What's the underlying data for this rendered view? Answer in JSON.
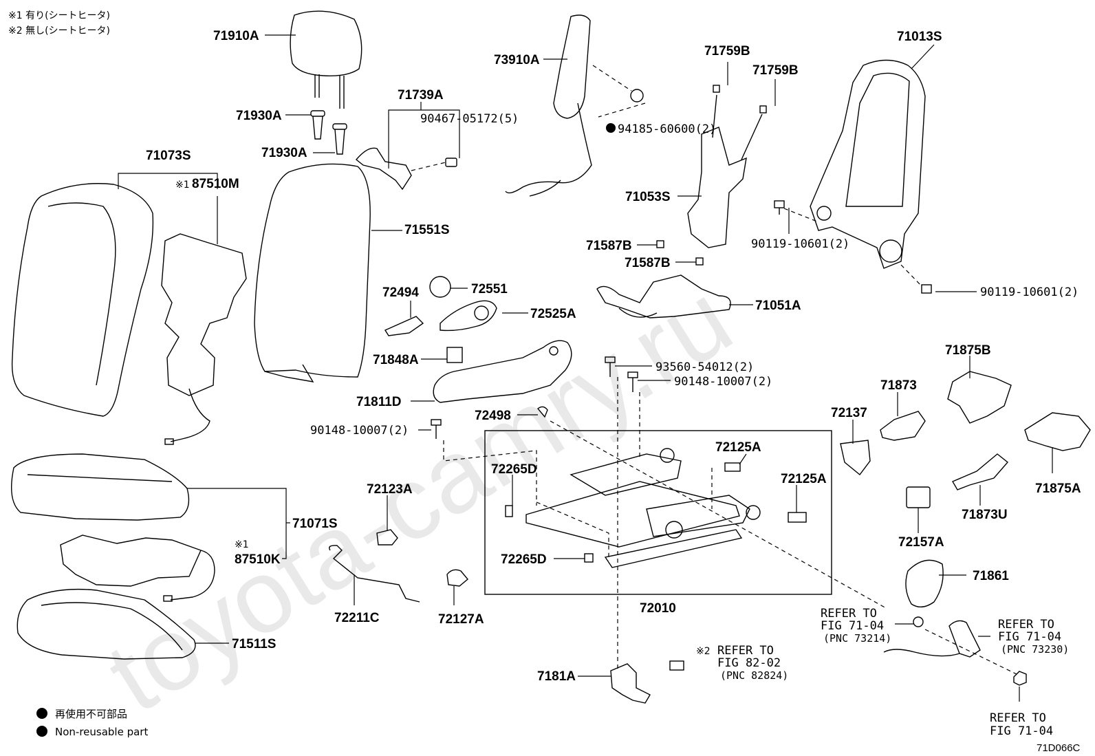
{
  "notes": {
    "note1": "※1 有り(シートヒータ)",
    "note2": "※2 無し(シートヒータ)"
  },
  "watermark": "toyota-camry.ru",
  "diagram_code": "71D066C",
  "legend": {
    "symbol": "●",
    "jp": "再使用不可部品",
    "en": "Non-reusable part"
  },
  "parts": {
    "p71910A": "71910A",
    "p71930A_1": "71930A",
    "p71930A_2": "71930A",
    "p71739A": "71739A",
    "p90467": "90467-05172(5)",
    "p73910A": "73910A",
    "p94185": "94185-60600(2)",
    "p71759B_1": "71759B",
    "p71759B_2": "71759B",
    "p71013S": "71013S",
    "p71073S": "71073S",
    "p87510M_mark": "※1",
    "p87510M": "87510M",
    "p71551S": "71551S",
    "p71053S": "71053S",
    "p90119_1": "90119-10601(2)",
    "p71587B_1": "71587B",
    "p71587B_2": "71587B",
    "p90119_2": "90119-10601(2)",
    "p72494": "72494",
    "p72551": "72551",
    "p72525A": "72525A",
    "p71051A": "71051A",
    "p71848A": "71848A",
    "p93560": "93560-54012(2)",
    "p90148_1": "90148-10007(2)",
    "p71811D": "71811D",
    "p72498": "72498",
    "p90148_2": "90148-10007(2)",
    "p71875B": "71875B",
    "p71873": "71873",
    "p72137": "72137",
    "p72125A_1": "72125A",
    "p72125A_2": "72125A",
    "p72265D_1": "72265D",
    "p72265D_2": "72265D",
    "p72123A": "72123A",
    "p71071S": "71071S",
    "p87510K_mark": "※1",
    "p87510K": "87510K",
    "p71875A": "71875A",
    "p71873U": "71873U",
    "p72157A": "72157A",
    "p71861": "71861",
    "p72010": "72010",
    "p72211C": "72211C",
    "p72127A": "72127A",
    "p71511S": "71511S",
    "p7181A": "7181A"
  },
  "refs": {
    "r1_l1": "REFER TO",
    "r1_l2": "FIG 71-04",
    "r1_l3": "(PNC 73214)",
    "r2_mark": "※2",
    "r2_l1": "REFER TO",
    "r2_l2": "FIG 82-02",
    "r2_l3": "(PNC 82824)",
    "r3_l1": "REFER TO",
    "r3_l2": "FIG 71-04",
    "r3_l3": "(PNC 73230)",
    "r4_l1": "REFER TO",
    "r4_l2": "FIG 71-04"
  }
}
